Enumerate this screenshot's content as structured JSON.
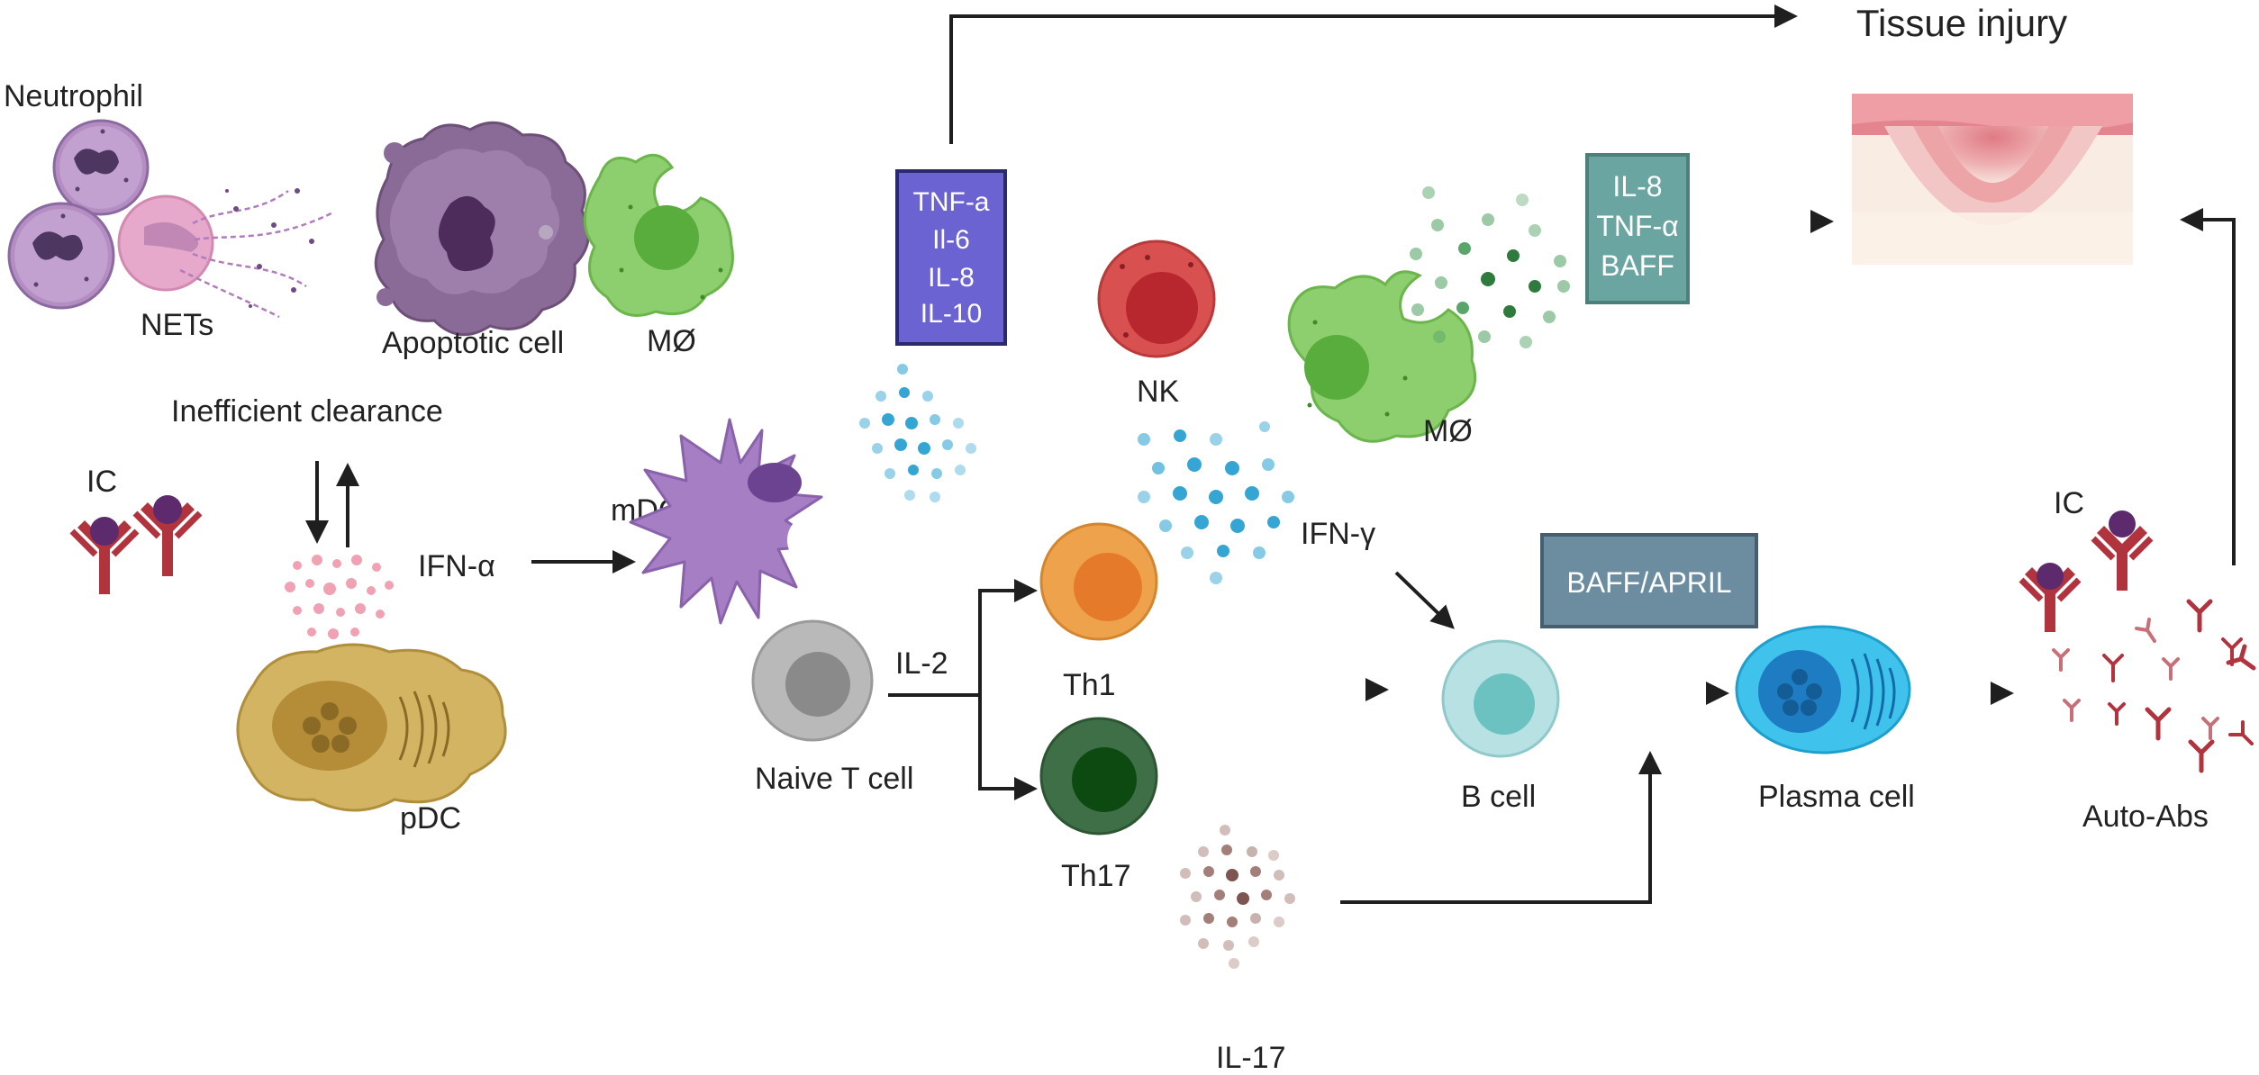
{
  "title": "Tissue injury",
  "labels": {
    "neutrophil": "Neutrophil",
    "nets": "NETs",
    "apoptotic_cell": "Apoptotic cell",
    "macrophage_top": "MØ",
    "inefficient_clearance": "Inefficient clearance",
    "ic_left": "IC",
    "ifn_alpha": "IFN-α",
    "mdc": "mDC",
    "pdc": "pDC",
    "naive_t_cell": "Naive T cell",
    "il2": "IL-2",
    "th1": "Th1",
    "th17": "Th17",
    "il17": "IL-17",
    "nk": "NK",
    "macrophage_mid": "MØ",
    "ifn_gamma": "IFN-γ",
    "b_cell": "B cell",
    "plasma_cell": "Plasma cell",
    "ic_right": "IC",
    "auto_abs": "Auto-Abs"
  },
  "boxes": {
    "cytokines_dc": {
      "lines": [
        "TNF-a",
        "Il-6",
        "IL-8",
        "IL-10"
      ],
      "color": "#6b63d1",
      "border": "#2a2a6e"
    },
    "cytokines_mac": {
      "lines": [
        "IL-8",
        "TNF-α",
        "BAFF"
      ],
      "color": "#6aa5a1",
      "border": "#4d7f7b"
    },
    "baff_april": {
      "lines": [
        "BAFF/APRIL"
      ],
      "color": "#6c8da0",
      "border": "#455f70"
    }
  },
  "colors": {
    "neutrophil": "#b48ec2",
    "net_cell": "#e7a9cb",
    "apoptotic": "#8a6a96",
    "macrophage": "#8dcf6f",
    "macrophage_nucleus": "#59ad3c",
    "mdc": "#a57ec4",
    "pdc": "#d3b463",
    "naive_t": "#b9b9b9",
    "th1": "#efa24c",
    "th17": "#3f6f47",
    "nk": "#d95050",
    "b_cell": "#b7e1e2",
    "plasma": "#3fc2ec",
    "antibody": "#b0333d",
    "antigen": "#5e2a6e",
    "ifn_dots": "#35a6d4",
    "pink_dots": "#f0a2b4",
    "green_dots": "#5aa56a",
    "brown_dots": "#a47e78",
    "arrow": "#1f1f1f"
  },
  "icons": [
    "neutrophil-icon",
    "net-icon",
    "apoptotic-cell-icon",
    "macrophage-icon",
    "dendritic-cell-icon",
    "plasmacytoid-dc-icon",
    "t-cell-icon",
    "nk-cell-icon",
    "b-cell-icon",
    "plasma-cell-icon",
    "antibody-icon",
    "skin-tissue-icon",
    "cytokine-dots-icon"
  ]
}
